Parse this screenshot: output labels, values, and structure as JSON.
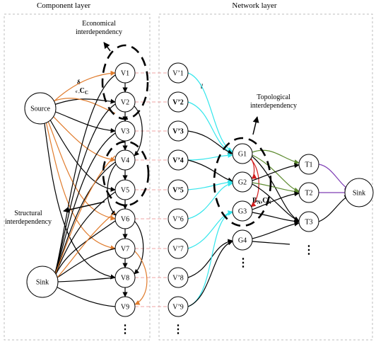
{
  "titles": {
    "component_layer": "Component layer",
    "network_layer": "Network layer"
  },
  "annotations": {
    "economical_line1": "Economical",
    "economical_line2": "interdependency",
    "topological_line1": "Topological",
    "topological_line2": "interdependency",
    "structural_line1": "Structural",
    "structural_line2": "interdependency"
  },
  "symbols": {
    "delta": "δ",
    "cost_c": "C",
    "cost_sub": "C",
    "cost_pre": "c ,",
    "gamma": "γ",
    "bn": "B",
    "bn_sub": "N",
    "cn_sep": ",",
    "cn": "C",
    "cn_sub": "N"
  },
  "component_nodes": {
    "source": "Source",
    "sink": "Sink",
    "v": [
      "V1",
      "V2",
      "V3",
      "V4",
      "V5",
      "V6",
      "V7",
      "V8",
      "V9"
    ]
  },
  "network_nodes": {
    "v_prime": [
      "V’1",
      "V’2",
      "V’3",
      "V’4",
      "V’5",
      "V’6",
      "V’7",
      "V’8",
      "V’9"
    ],
    "v_prime_bold": [
      false,
      true,
      true,
      true,
      true,
      false,
      false,
      false,
      false
    ],
    "g": [
      "G1",
      "G2",
      "G3",
      "G4"
    ],
    "t": [
      "T1",
      "T2",
      "T3"
    ],
    "sink": "Sink"
  },
  "continuation": "⋮",
  "colors": {
    "structural_edge": "#000000",
    "source_edge": "#e07b2c",
    "coupling_dash": "#f0a6a6",
    "network_link": "#33e6ec",
    "g_to_t": "#5c8a2e",
    "t_to_sink": "#7f3fb5",
    "inner_g_edge": "#d11a1a",
    "panel_border": "#bdbdbd"
  }
}
